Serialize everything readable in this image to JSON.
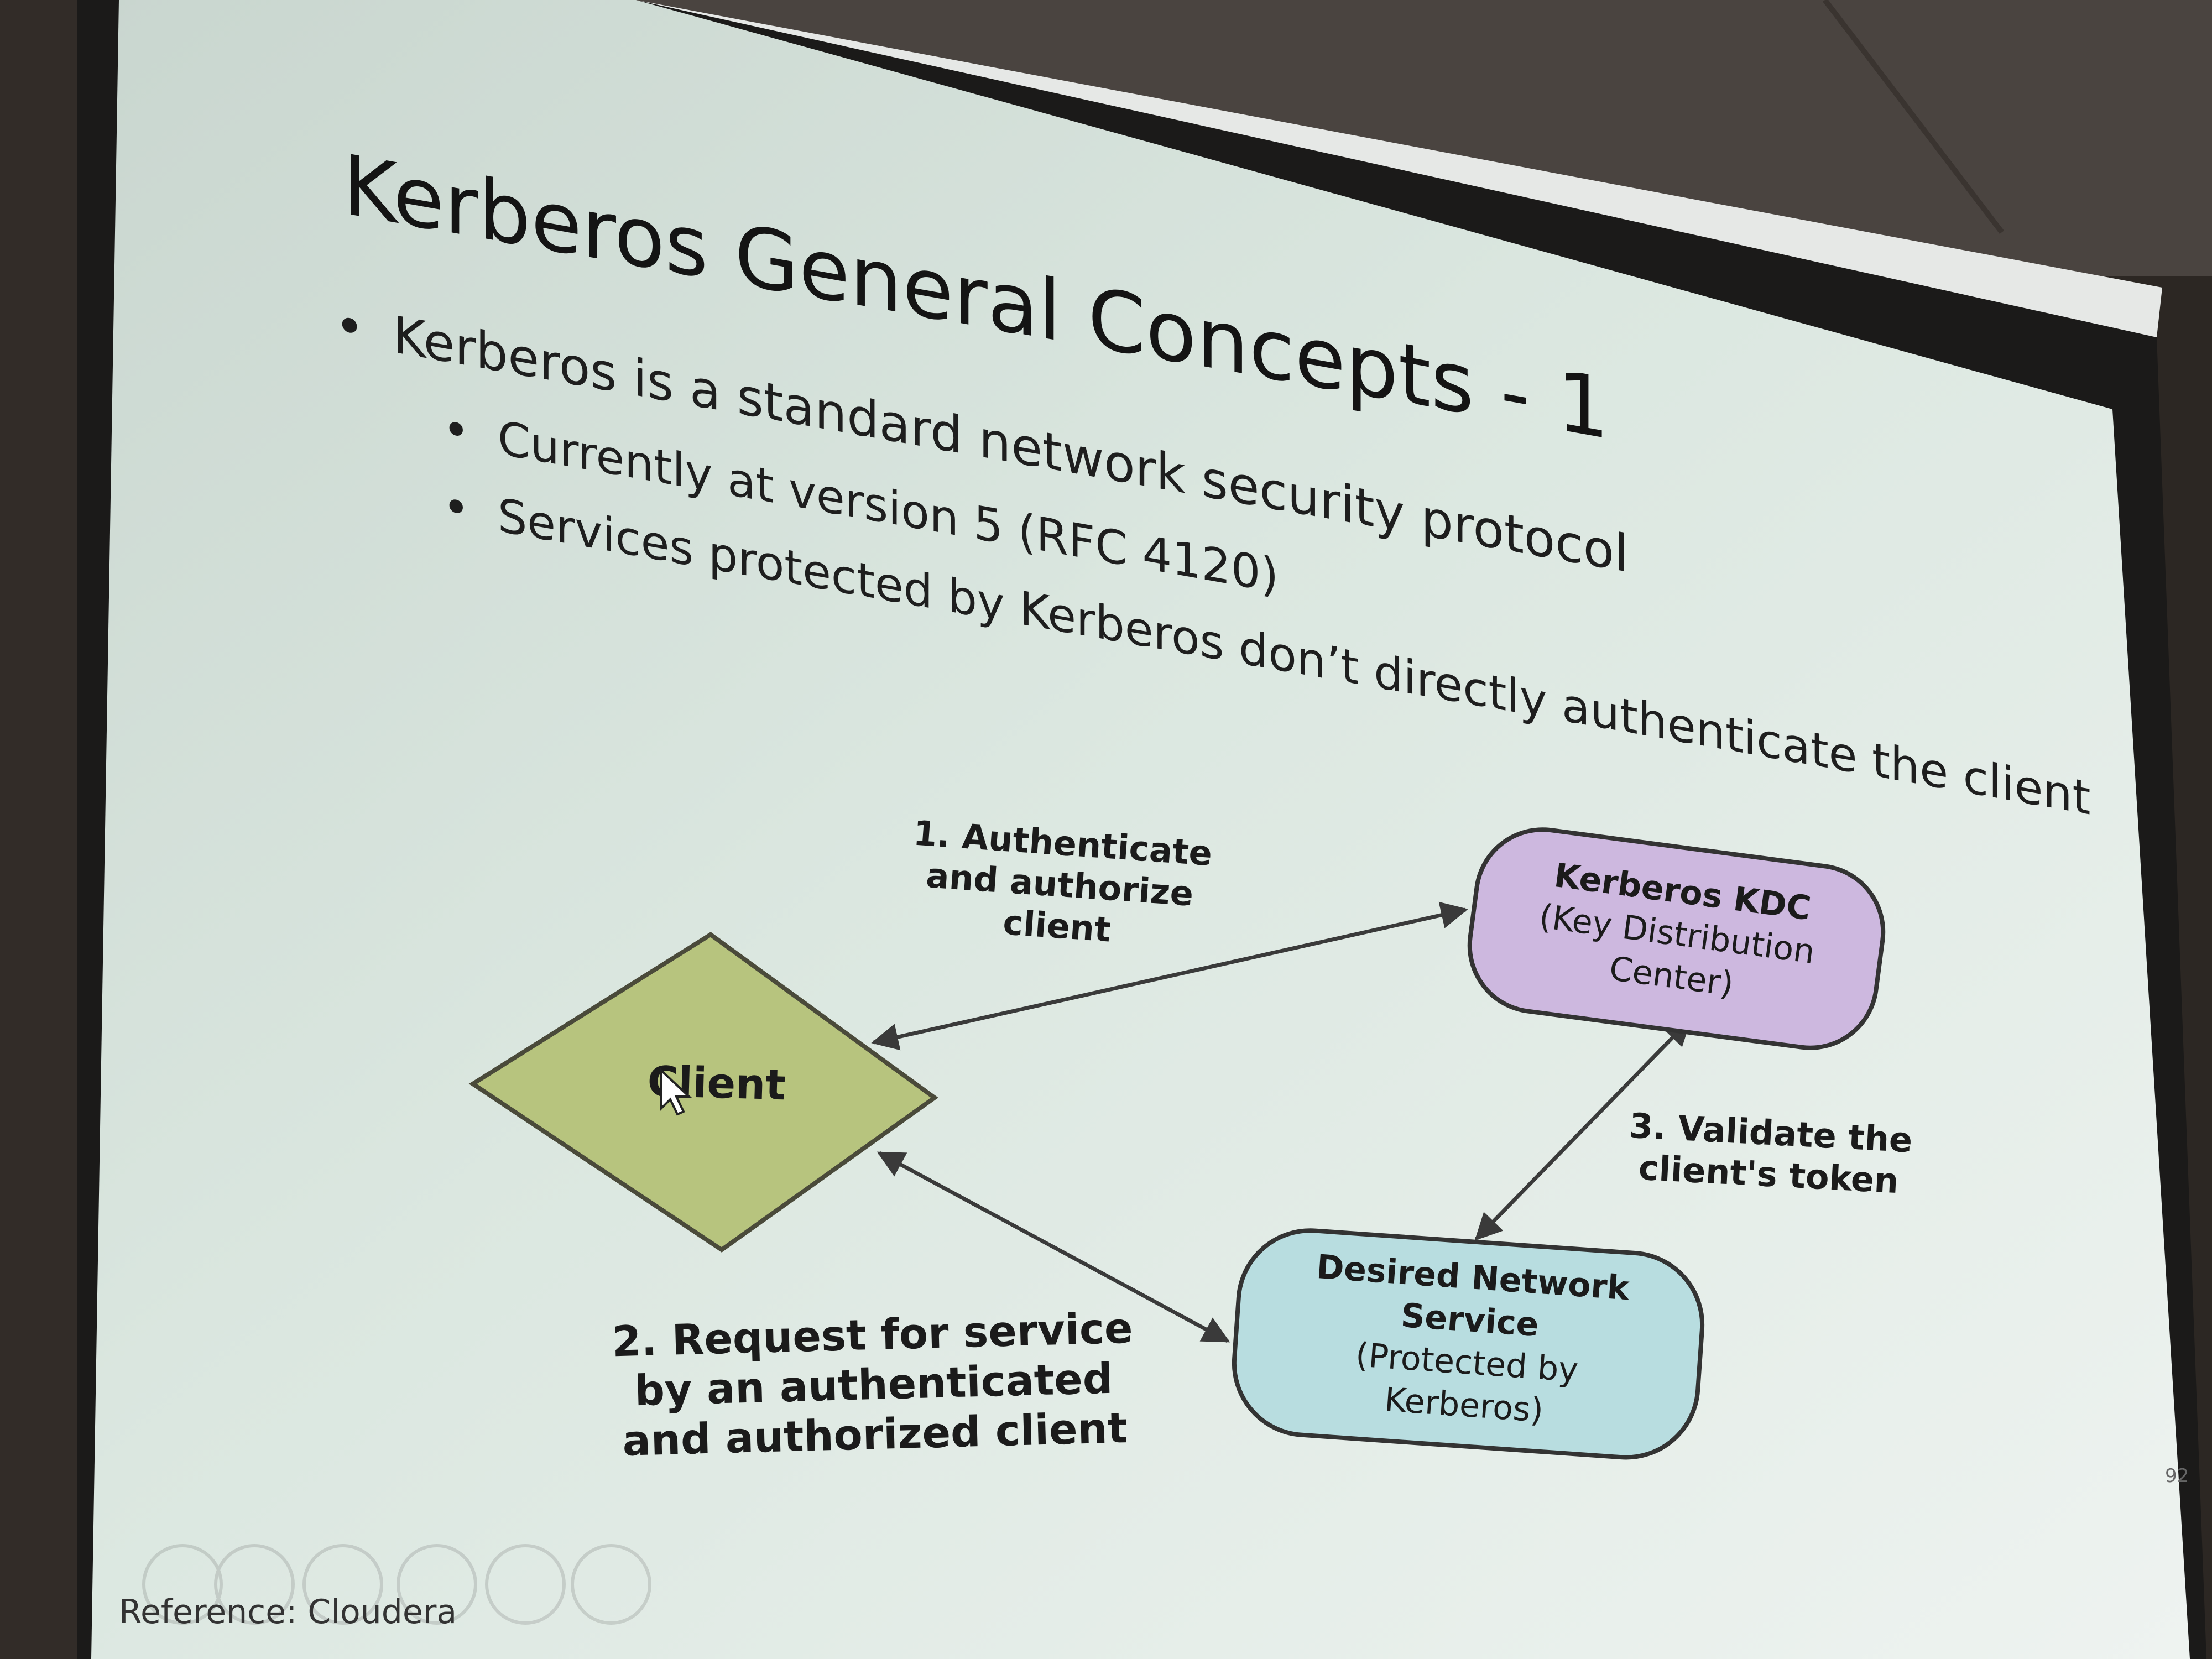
{
  "slide": {
    "title": "Kerberos General Concepts - 1",
    "bullet_main": "Kerberos is a standard network security protocol",
    "sub_bullets": [
      "Currently at version 5 (RFC 4120)",
      "Services protected by Kerberos don’t directly authenticate the client"
    ],
    "reference": "Reference: Cloudera",
    "page_number": "92"
  },
  "diagram": {
    "client": "Client",
    "kdc": [
      "Kerberos KDC",
      "(Key Distribution",
      "Center)"
    ],
    "service": [
      "Desired Network",
      "Service",
      "(Protected by",
      "Kerberos)"
    ],
    "step1": [
      "1. Authenticate",
      "and authorize",
      "client"
    ],
    "step2": [
      "2. Request for service",
      "by an authenticated",
      "and authorized client"
    ],
    "step3": [
      "3. Validate the",
      "client's token"
    ]
  },
  "colors": {
    "client_fill": "#b7c47e",
    "kdc_fill": "#cdb8df",
    "service_fill": "#b8dde0",
    "screen_bg": "#d9e6df"
  }
}
